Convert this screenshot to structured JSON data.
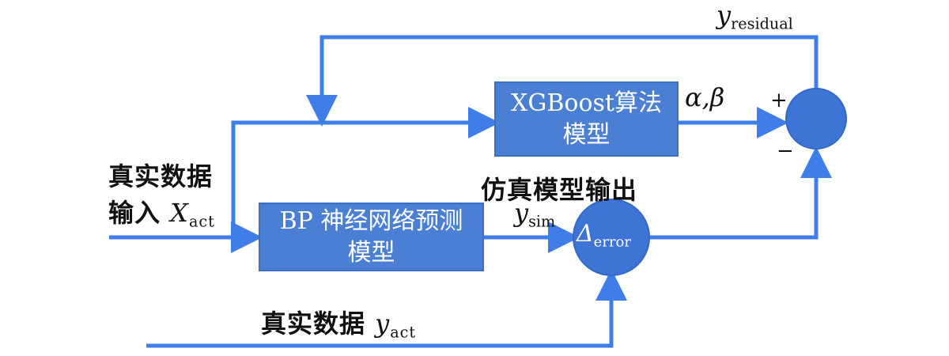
{
  "colors": {
    "line": "#3f7ee8",
    "box": "#4a7fd4",
    "node": "#3d74d6"
  },
  "xgboost_box": {
    "line1": "XGBoost算法",
    "line2": "模型"
  },
  "bp_box": {
    "line1": "BP 神经网络预测",
    "line2": "模型"
  },
  "labels": {
    "real_input": {
      "line1": "真实数据",
      "line2_prefix": "输入 ",
      "var": "X",
      "sub": "act"
    },
    "real_y": {
      "prefix": "真实数据 ",
      "var": "y",
      "sub": "act"
    },
    "sim_output": "仿真模型输出",
    "y_sim": {
      "var": "y",
      "sub": "sim"
    },
    "y_residual": {
      "var": "y",
      "sub": "residual"
    },
    "alpha_beta": "α,β",
    "delta_error": {
      "var": "Δ",
      "sub": "error"
    },
    "plus": "+",
    "minus": "−"
  }
}
